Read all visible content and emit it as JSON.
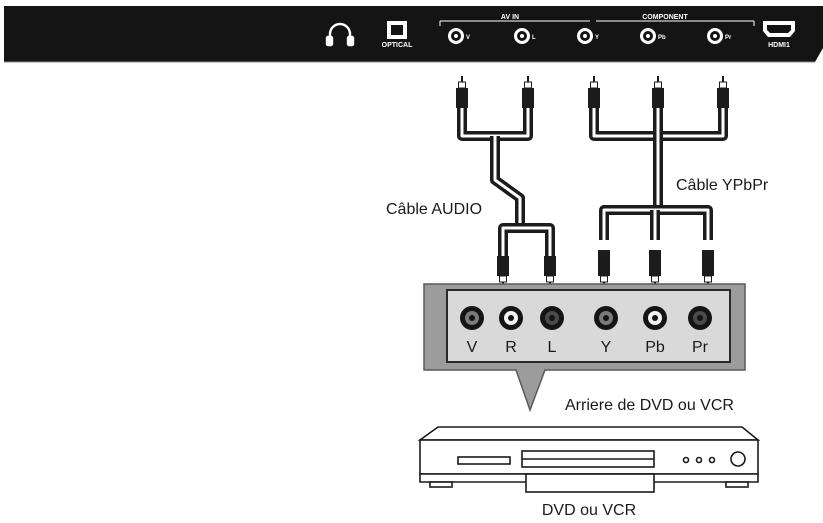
{
  "tv_panel": {
    "optical_label": "OPTICAL",
    "av_in_label": "AV IN",
    "component_label": "COMPONENT",
    "hdmi_label": "HDMI1",
    "jacks": [
      {
        "label": "V"
      },
      {
        "label": "L"
      },
      {
        "label": "Y"
      },
      {
        "label": "Pb"
      },
      {
        "label": "Pr"
      }
    ]
  },
  "cables": {
    "audio_label": "Câble AUDIO",
    "ypbpr_label": "Câble YPbPr"
  },
  "device_panel": {
    "jacks": [
      {
        "label": "V"
      },
      {
        "label": "R"
      },
      {
        "label": "L"
      },
      {
        "label": "Y"
      },
      {
        "label": "Pb"
      },
      {
        "label": "Pr"
      }
    ],
    "caption": "Arriere de DVD ou VCR"
  },
  "device": {
    "caption": "DVD ou VCR"
  }
}
